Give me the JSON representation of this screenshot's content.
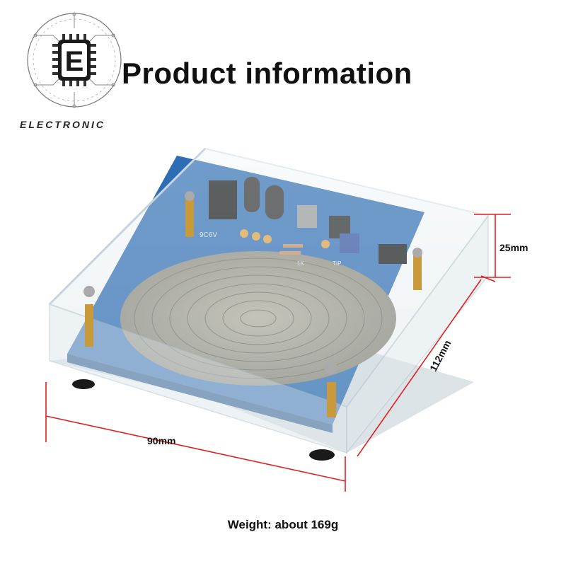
{
  "brand": {
    "logo_letter": "E",
    "logo_text": "ELECTRONIC"
  },
  "header": {
    "title": "Product information"
  },
  "dimensions": {
    "height": "25mm",
    "width": "90mm",
    "depth": "112mm"
  },
  "weight": "Weight: about 169g",
  "board_labels": [
    "9C6V",
    "TIP",
    "1K"
  ],
  "colors": {
    "dimension_line": "#e02020",
    "pcb": "#2d6db5",
    "acrylic": "#d8e4ea"
  }
}
